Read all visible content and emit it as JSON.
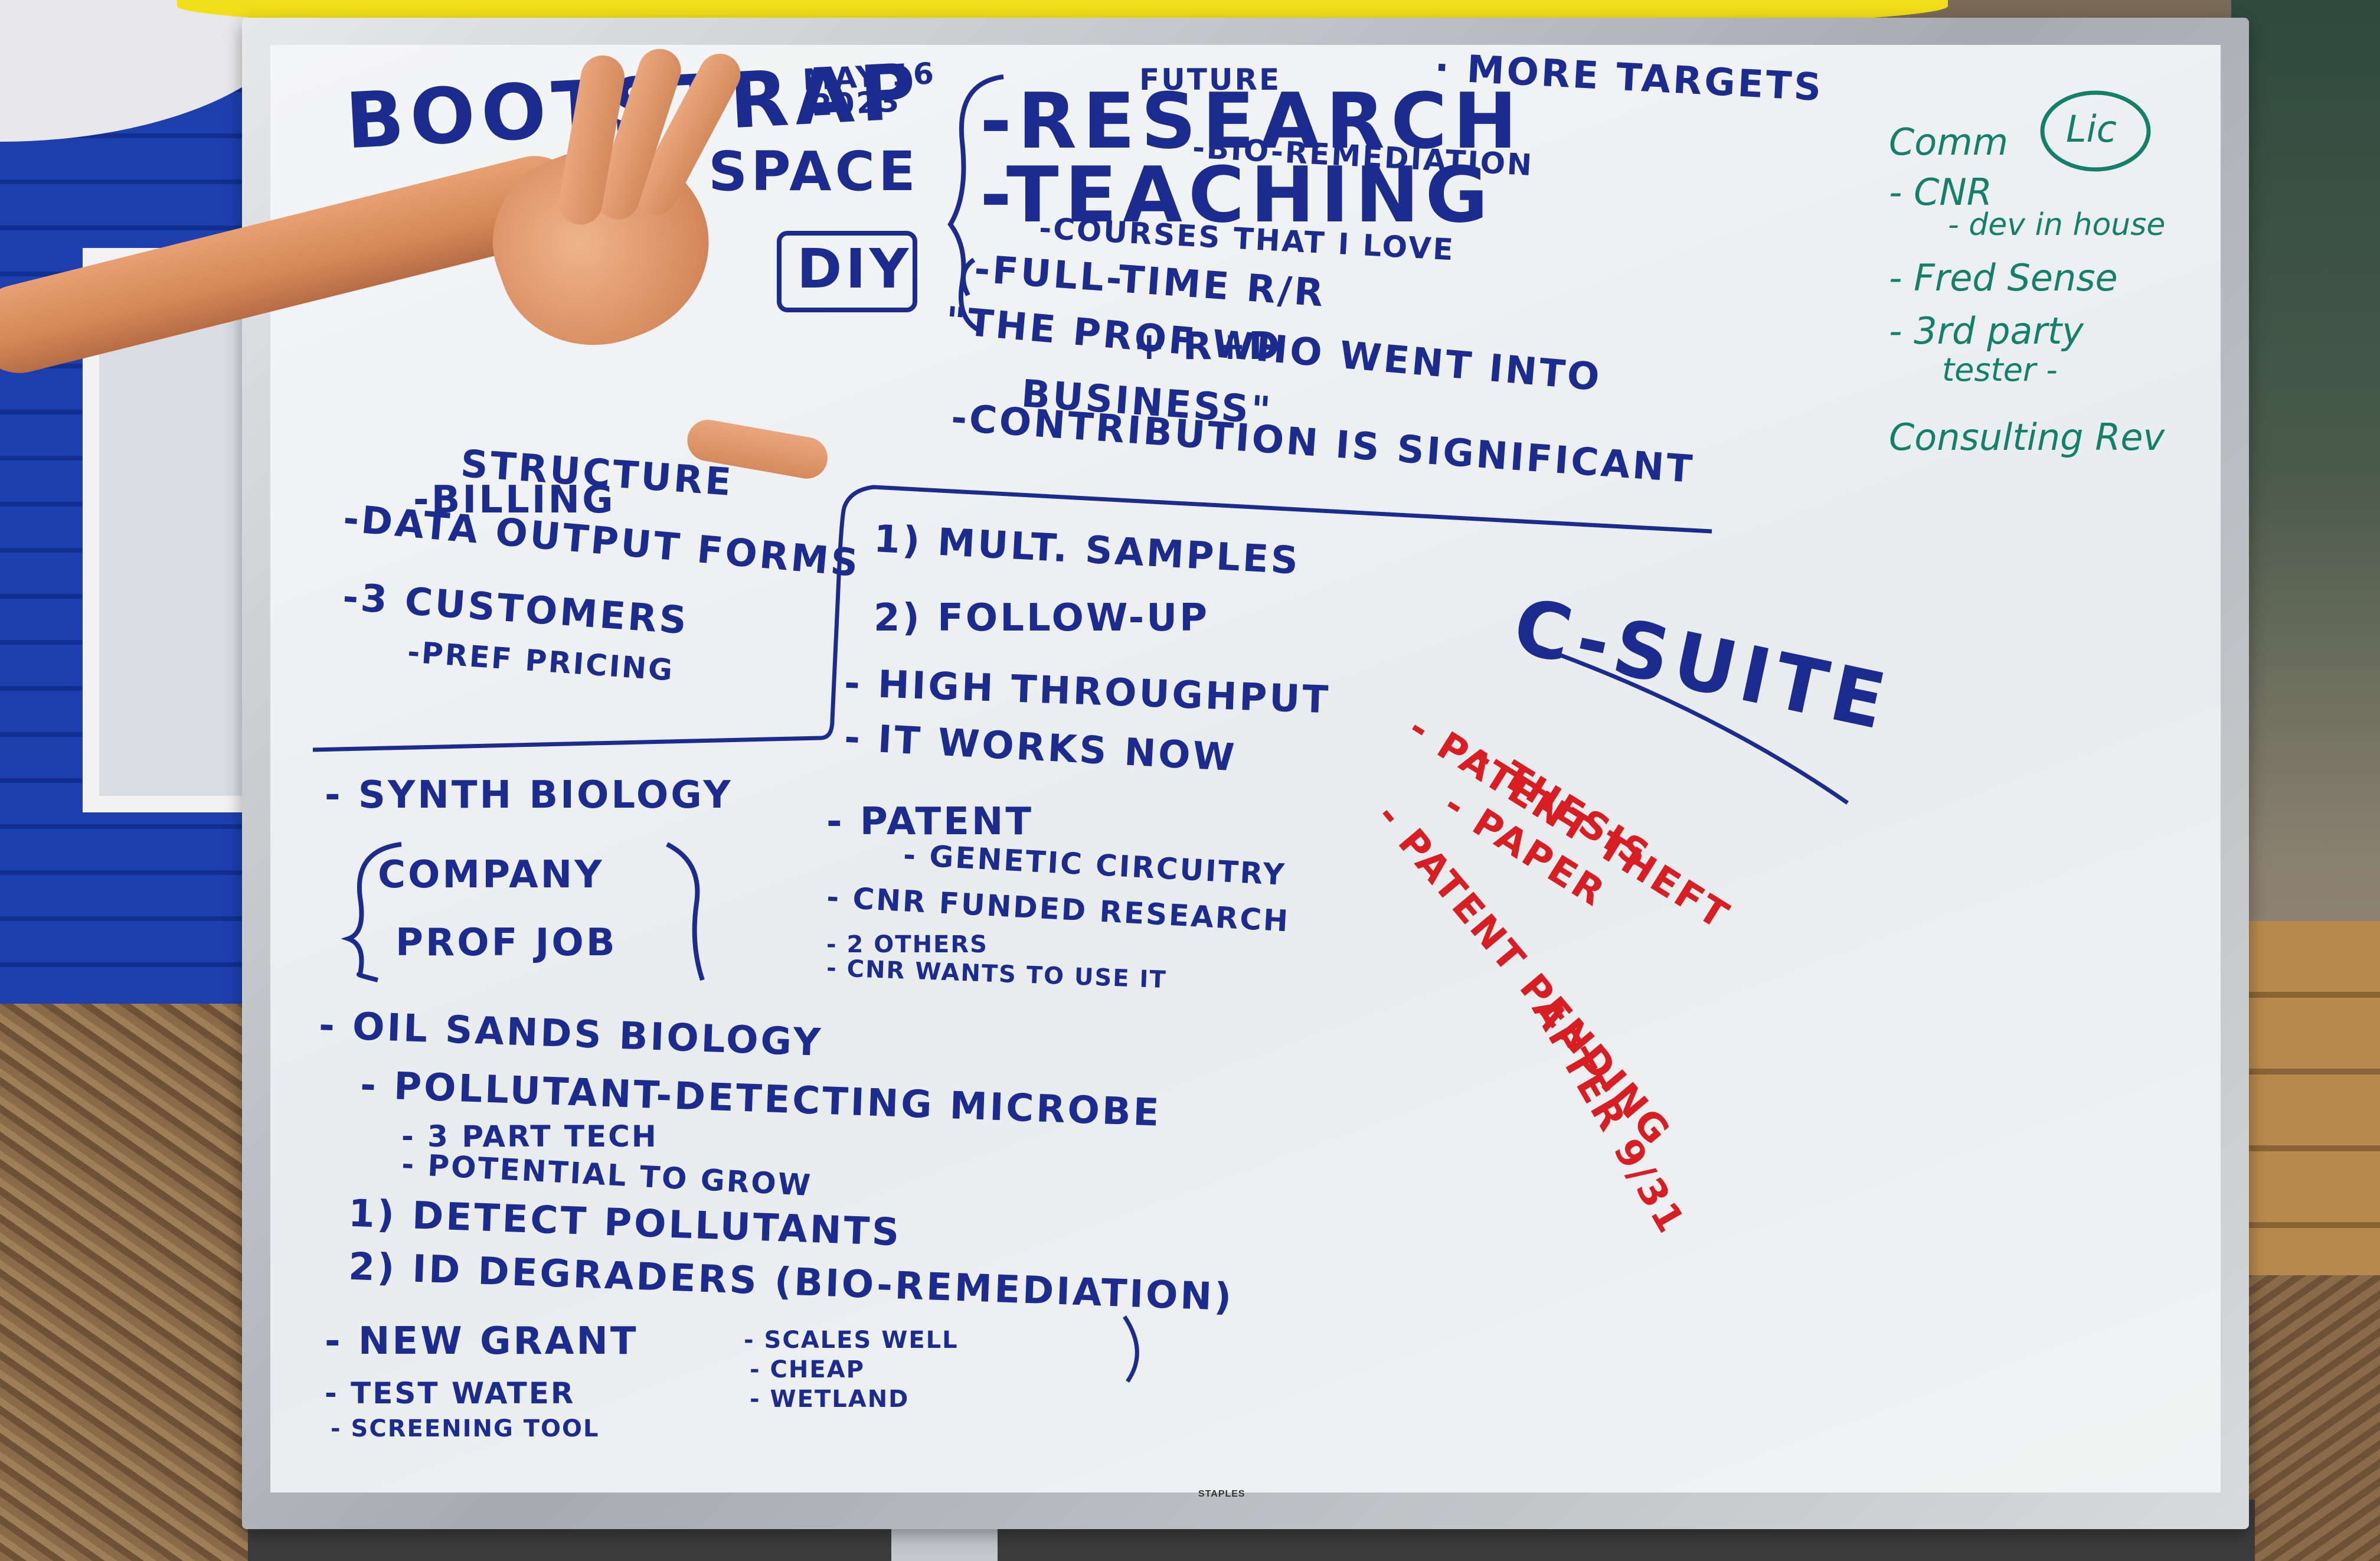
{
  "board_brand": "STAPLES",
  "bootstrap": {
    "title": "BOOTSTRAP",
    "date_line1": "MAY 16",
    "date_line2": "2023",
    "item_space": "SPACE",
    "diy_box": "DIY",
    "item_structure": "STRUCTURE",
    "item_billing": "-BILLING",
    "item_data_output": "-DATA OUTPUT FORMS",
    "item_customers": "-3 CUSTOMERS",
    "item_pref_pricing": "-PREF PRICING"
  },
  "future": {
    "label": "FUTURE",
    "more_targets": "· MORE TARGETS",
    "research": "-RESEARCH",
    "bio_remediation": "-BIO-REMEDIATION",
    "teaching": "-TEACHING",
    "courses": "-COURSES THAT I LOVE",
    "full_time": "-FULL-TIME R/R",
    "r_and_d": "+ R+D",
    "quote_line1": "\"THE PROF WHO WENT INTO",
    "quote_line2": "BUSINESS\"",
    "contribution": "-CONTRIBUTION IS SIGNIFICANT"
  },
  "samples": {
    "mult_samples": "1) MULT. SAMPLES",
    "follow_up": "2) FOLLOW-UP",
    "high_throughput": "- HIGH THROUGHPUT",
    "it_works_now": "- IT WORKS NOW"
  },
  "synth": {
    "synth_biology": "- SYNTH BIOLOGY",
    "company": "COMPANY",
    "prof_job": "PROF JOB",
    "patent": "- PATENT",
    "genetic_circuitry": "- GENETIC CIRCUITRY",
    "cnr_funded": "- CNR FUNDED RESEARCH",
    "two_others": "- 2 OTHERS",
    "cnr_wants": "- CNR WANTS TO USE IT"
  },
  "oilsands": {
    "title": "- OIL SANDS BIOLOGY",
    "pollutant": "- POLLUTANT-DETECTING MICROBE",
    "three_part": "- 3 PART TECH",
    "potential": "- POTENTIAL TO GROW",
    "detect": "1) DETECT POLLUTANTS",
    "id_degraders": "2) ID DEGRADERS (BIO-REMEDIATION)",
    "new_grant": "- NEW GRANT",
    "scales_well": "- SCALES WELL",
    "cheap": "- CHEAP",
    "wetland": "- WETLAND",
    "test_water": "- TEST WATER",
    "screening_tool": "- SCREENING TOOL"
  },
  "csuite": {
    "title": "C-SUITE",
    "patent_theft": "- PATENT THEFT",
    "thesis": "- THESIS",
    "paper": "- PAPER",
    "patent_pending": "- PATENT PENDING",
    "after": "AFTER 9/31"
  },
  "commercial": {
    "comm": "Comm",
    "lic": "Lic",
    "cnr": "- CNR",
    "dev_in_house": "- dev in house",
    "fred_sense": "- Fred Sense",
    "third_party_line1": "- 3rd party",
    "third_party_line2": "tester -",
    "consulting_rev": "Consulting Rev"
  },
  "colors": {
    "marker_blue": "#1c2c8e",
    "marker_red": "#d81e22",
    "marker_green": "#13806a"
  }
}
